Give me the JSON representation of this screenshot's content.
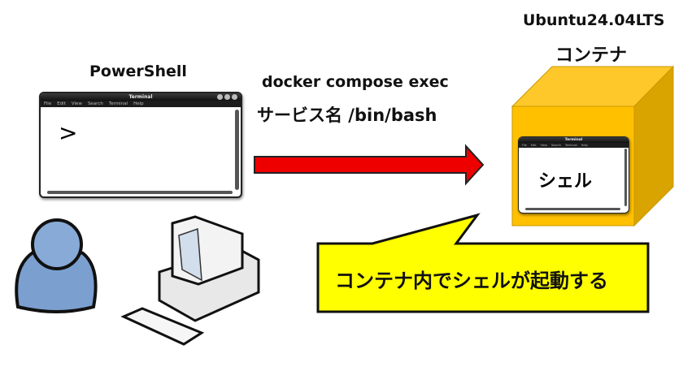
{
  "left": {
    "title": "PowerShell",
    "terminal": {
      "window_title": "Terminal",
      "menu": [
        "File",
        "Edit",
        "View",
        "Search",
        "Terminal",
        "Help"
      ],
      "prompt": ">"
    }
  },
  "command": {
    "line1": "docker compose exec",
    "line2": "サービス名 /bin/bash"
  },
  "container": {
    "title": "Ubuntu24.04LTS",
    "subtitle": "コンテナ",
    "terminal": {
      "window_title": "Terminal",
      "menu": [
        "File",
        "Edit",
        "View",
        "Search",
        "Terminal",
        "Help"
      ],
      "content": "シェル"
    }
  },
  "callout": {
    "text": "コンテナ内でシェルが起動する"
  },
  "colors": {
    "arrow": "#ee0000",
    "cube_front": "#ffc000",
    "cube_top": "#ffc82a",
    "cube_side": "#d9a300",
    "callout": "#ffff00",
    "person": "#7ba0d0"
  }
}
